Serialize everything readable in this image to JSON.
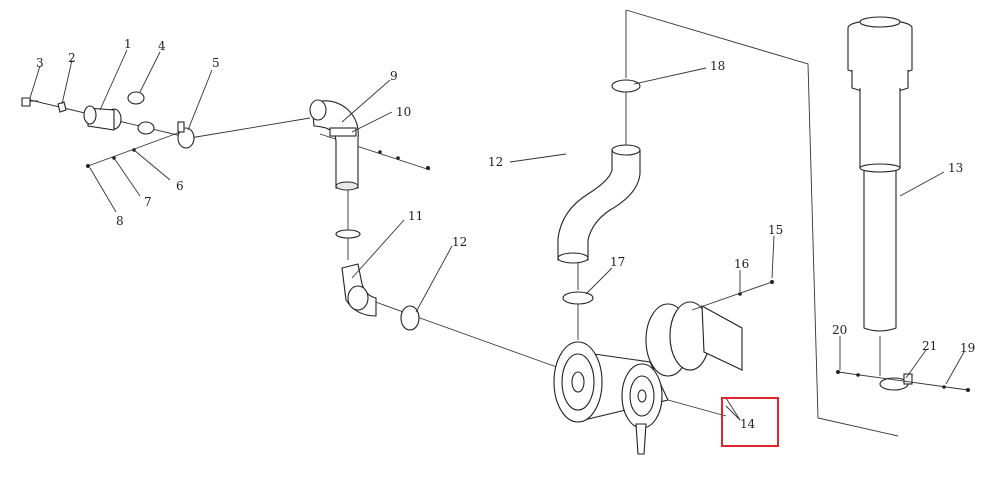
{
  "diagram": {
    "part_numbers": [
      "1",
      "2",
      "3",
      "4",
      "5",
      "6",
      "7",
      "8",
      "9",
      "10",
      "11",
      "12",
      "12",
      "13",
      "14",
      "15",
      "16",
      "17",
      "18",
      "19",
      "20",
      "21"
    ],
    "highlighted_label": "14",
    "highlight_color": "#e0262b",
    "line_color": "#333333"
  }
}
